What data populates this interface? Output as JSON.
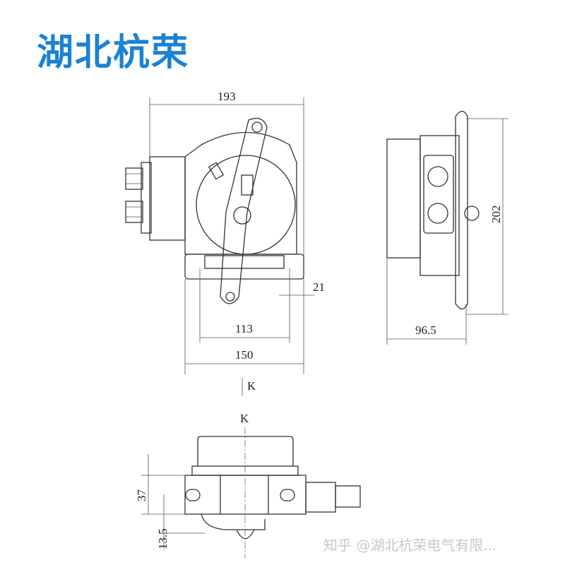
{
  "logo": {
    "text": "湖北杭荣",
    "color": "#1b82d4"
  },
  "watermark": "知乎 @湖北杭荣电气有限...",
  "dimensions": {
    "front_width": "193",
    "base_hole_spacing": "113",
    "base_width": "150",
    "foot_width": "21",
    "side_depth": "96.5",
    "side_height": "202",
    "bottom_height": "37",
    "bottom_offset": "13.5"
  },
  "section_labels": {
    "view_arrow": "K",
    "view_title": "K"
  }
}
